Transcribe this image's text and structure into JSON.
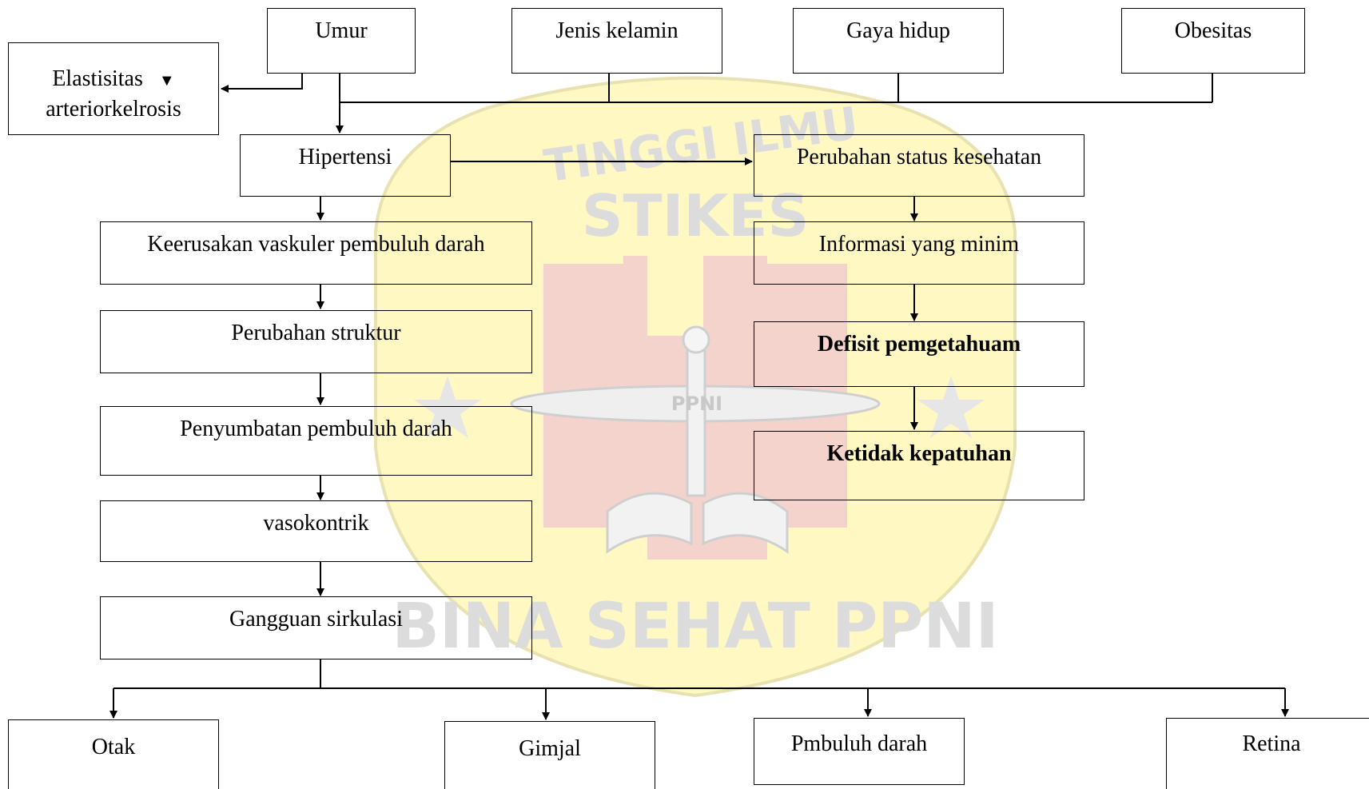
{
  "watermark": {
    "top_arc": "STIKES",
    "arc_text": "TINGGI ILMU",
    "emblem_label": "PPNI",
    "bottom_text": "BINA SEHAT PPNI",
    "colors": {
      "shield": "#fff8c2",
      "border": "#e8e2b0",
      "cross": "#f3c9cf",
      "text": "#dcdcdc"
    }
  },
  "nodes": {
    "umur": "Umur",
    "jenis_kelamin": "Jenis kelamin",
    "gaya_hidup": "Gaya hidup",
    "obesitas": "Obesitas",
    "elastisitas_line1": "Elastisitas",
    "elastisitas_line2": "arteriorkelrosis",
    "hipertensi": "Hipertensi",
    "perubahan_status": "Perubahan status kesehatan",
    "kerusakan": "Keerusakan vaskuler pembuluh darah",
    "informasi": "Informasi yang minim",
    "perubahan_struktur": "Perubahan struktur",
    "defisit": "Defisit pemgetahuam",
    "penyumbatan": "Penyumbatan pembuluh darah",
    "ketidak": "Ketidak kepatuhan",
    "vasokontrik": "vasokontrik",
    "gangguan": "Gangguan sirkulasi",
    "otak": "Otak",
    "gimjal": "Gimjal",
    "pembuluh": "Pmbuluh darah",
    "retina": "Retina"
  }
}
